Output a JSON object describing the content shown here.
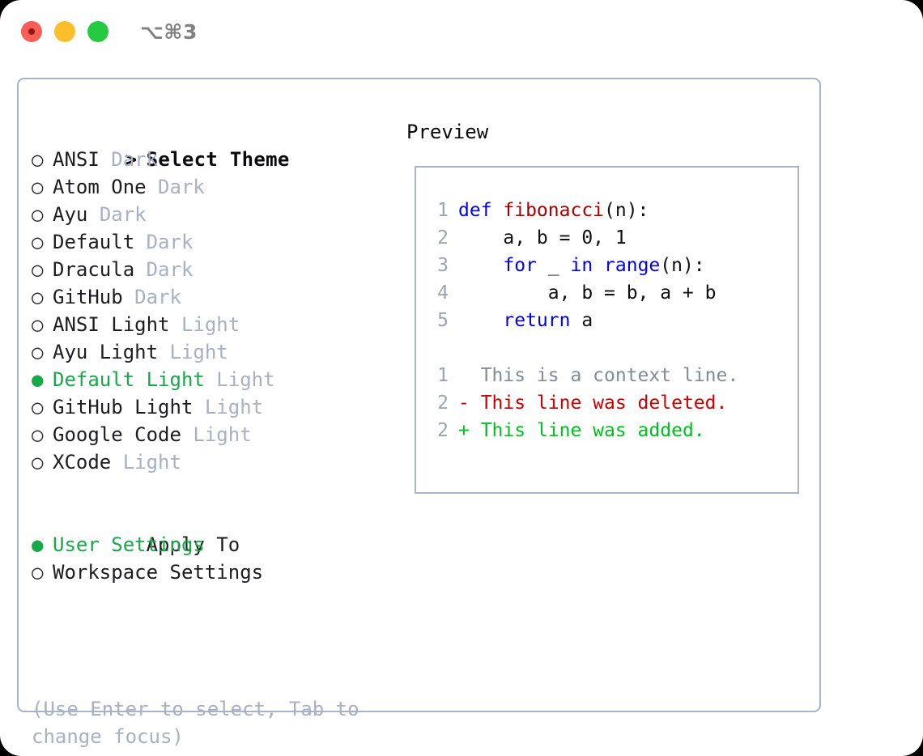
{
  "titlebar": {
    "shortcut": "⌥⌘3",
    "buttons": [
      {
        "name": "close",
        "color": "#fa5d55"
      },
      {
        "name": "minimize",
        "color": "#fcbf2c"
      },
      {
        "name": "zoom",
        "color": "#26ca41"
      }
    ]
  },
  "colors": {
    "selected_green": "#17a84a",
    "added_green": "#00c020",
    "deleted_red": "#cc0000",
    "keyword_blue": "#0000ee",
    "function_red": "#a80000",
    "muted_gray": "#a7b1c1",
    "border": "#a9b3c4"
  },
  "theme_list": {
    "title_marker": ">",
    "title": "Select Theme",
    "items": [
      {
        "marker": "○",
        "name": "ANSI",
        "tag": "Dark",
        "selected": false
      },
      {
        "marker": "○",
        "name": "Atom One",
        "tag": "Dark",
        "selected": false
      },
      {
        "marker": "○",
        "name": "Ayu",
        "tag": "Dark",
        "selected": false
      },
      {
        "marker": "○",
        "name": "Default",
        "tag": "Dark",
        "selected": false
      },
      {
        "marker": "○",
        "name": "Dracula",
        "tag": "Dark",
        "selected": false
      },
      {
        "marker": "○",
        "name": "GitHub",
        "tag": "Dark",
        "selected": false
      },
      {
        "marker": "○",
        "name": "ANSI Light",
        "tag": "Light",
        "selected": false
      },
      {
        "marker": "○",
        "name": "Ayu Light",
        "tag": "Light",
        "selected": false
      },
      {
        "marker": "●",
        "name": "Default Light",
        "tag": "Light",
        "selected": true
      },
      {
        "marker": "○",
        "name": "GitHub Light",
        "tag": "Light",
        "selected": false
      },
      {
        "marker": "○",
        "name": "Google Code",
        "tag": "Light",
        "selected": false
      },
      {
        "marker": "○",
        "name": "XCode",
        "tag": "Light",
        "selected": false
      }
    ]
  },
  "apply_to": {
    "header": "Apply To",
    "items": [
      {
        "marker": "●",
        "name": "User Settings",
        "selected": true
      },
      {
        "marker": "○",
        "name": "Workspace Settings",
        "selected": false
      }
    ]
  },
  "hint": "(Use Enter to select, Tab to change focus)",
  "preview": {
    "label": "Preview",
    "code_lines": [
      {
        "no": "1",
        "tokens": [
          {
            "t": "def ",
            "c": "kw"
          },
          {
            "t": "fibonacci",
            "c": "fn"
          },
          {
            "t": "(n):",
            "c": "pl"
          }
        ]
      },
      {
        "no": "2",
        "tokens": [
          {
            "t": "    a, b = 0, 1",
            "c": "pl"
          }
        ]
      },
      {
        "no": "3",
        "tokens": [
          {
            "t": "    ",
            "c": "pl"
          },
          {
            "t": "for",
            "c": "kw"
          },
          {
            "t": " _ ",
            "c": "pl"
          },
          {
            "t": "in range",
            "c": "kw"
          },
          {
            "t": "(n):",
            "c": "pl"
          }
        ]
      },
      {
        "no": "4",
        "tokens": [
          {
            "t": "        a, b = b, a + b",
            "c": "pl"
          }
        ]
      },
      {
        "no": "5",
        "tokens": [
          {
            "t": "    ",
            "c": "pl"
          },
          {
            "t": "return",
            "c": "kw"
          },
          {
            "t": " a",
            "c": "pl"
          }
        ]
      }
    ],
    "diff_lines": [
      {
        "no": "1",
        "text": "  This is a context line.",
        "kind": "diff-ctx"
      },
      {
        "no": "2",
        "text": "- This line was deleted.",
        "kind": "diff-del"
      },
      {
        "no": "2",
        "text": "+ This line was added.",
        "kind": "diff-add"
      }
    ]
  }
}
